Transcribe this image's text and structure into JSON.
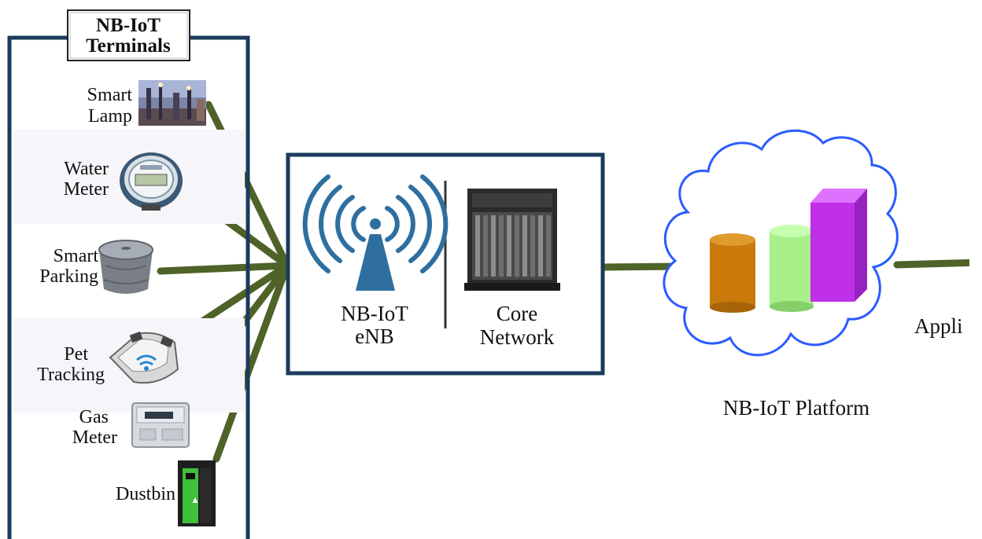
{
  "terminals": {
    "title_line1": "NB-IoT",
    "title_line2": "Terminals",
    "items": [
      {
        "label_line1": "Smart",
        "label_line2": "Lamp",
        "icon": "smart-lamp-photo"
      },
      {
        "label_line1": "Water",
        "label_line2": "Meter",
        "icon": "water-meter-photo"
      },
      {
        "label_line1": "Smart",
        "label_line2": "Parking",
        "icon": "parking-sensor-photo"
      },
      {
        "label_line1": "Pet",
        "label_line2": "Tracking",
        "icon": "pet-tracker-photo"
      },
      {
        "label_line1": "Gas",
        "label_line2": "Meter",
        "icon": "gas-meter-photo"
      },
      {
        "label_line1": "Dustbin",
        "label_line2": "",
        "icon": "dustbin-photo"
      }
    ]
  },
  "network": {
    "enb_label_line1": "NB-IoT",
    "enb_label_line2": "eNB",
    "core_label_line1": "Core",
    "core_label_line2": "Network"
  },
  "platform": {
    "label": "NB-IoT Platform"
  },
  "application": {
    "label": "Appli"
  },
  "colors": {
    "frame": "#1b3a5c",
    "link": "#4f6228",
    "cloud": "#2b5cff",
    "antenna": "#2e6fa0",
    "bar_orange": "#c97a0a",
    "bar_green": "#a8f08a",
    "bar_magenta": "#c030e8"
  }
}
